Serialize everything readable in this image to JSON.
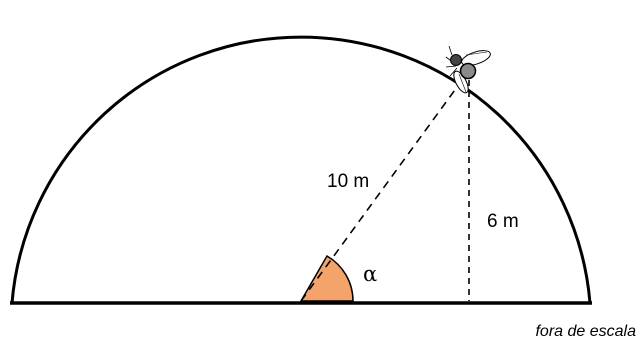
{
  "labels": {
    "hypotenuse": "10 m",
    "height": "6 m",
    "angle": "α",
    "scale_note": "fora de escala"
  },
  "colors": {
    "angle_fill": "#f4a46a",
    "stroke": "#000000"
  },
  "icons": {
    "insect": "fly-icon"
  }
}
